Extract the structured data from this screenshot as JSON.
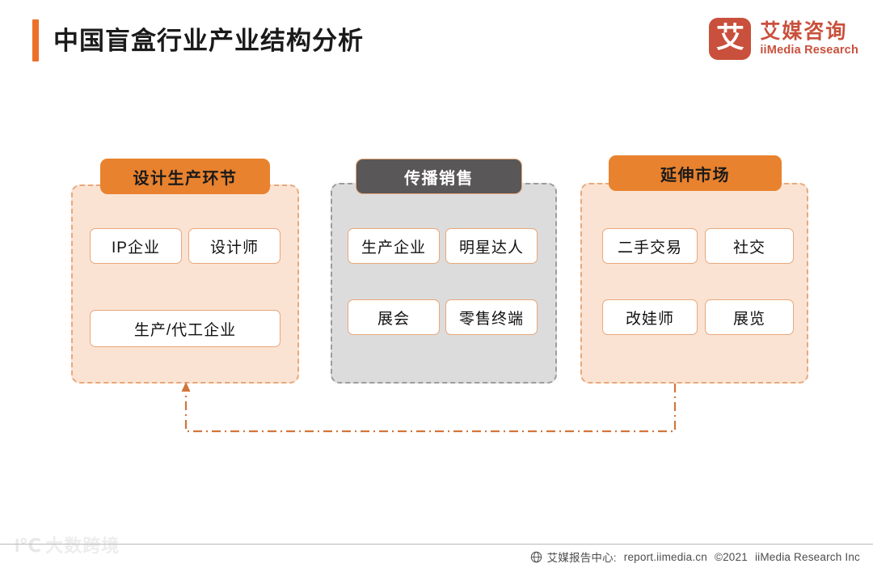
{
  "header": {
    "title": "中国盲盒行业产业结构分析",
    "accent_color": "#ED7029"
  },
  "logo": {
    "mark_glyph": "艾",
    "name_cn": "艾媒咨询",
    "name_en": "iiMedia Research",
    "color": "#C9503C"
  },
  "diagram": {
    "columns": [
      {
        "id": "design-production",
        "header": "设计生产环节",
        "header_style": "orange",
        "panel_style": "orange",
        "nodes": [
          {
            "label": "IP企业"
          },
          {
            "label": "设计师"
          },
          {
            "label": "生产/代工企业"
          }
        ]
      },
      {
        "id": "distribution-sales",
        "header": "传播销售",
        "header_style": "dark",
        "panel_style": "gray",
        "nodes": [
          {
            "label": "生产企业"
          },
          {
            "label": "明星达人"
          },
          {
            "label": "展会"
          },
          {
            "label": "零售终端"
          }
        ]
      },
      {
        "id": "extended-market",
        "header": "延伸市场",
        "header_style": "orange",
        "panel_style": "orange",
        "nodes": [
          {
            "label": "二手交易"
          },
          {
            "label": "社交"
          },
          {
            "label": "改娃师"
          },
          {
            "label": "展览"
          }
        ]
      }
    ],
    "connector": {
      "style": "dash-dot",
      "color": "#D2763A",
      "from": "extended-market",
      "to": "design-production",
      "arrow": "up"
    }
  },
  "footer": {
    "globe_icon": "globe-icon",
    "report_center": "艾媒报告中心:",
    "url": "report.iimedia.cn",
    "copyright": "©2021",
    "company": "iiMedia Research Inc"
  },
  "watermark": {
    "mark": "I℃",
    "text": "大数跨境"
  }
}
